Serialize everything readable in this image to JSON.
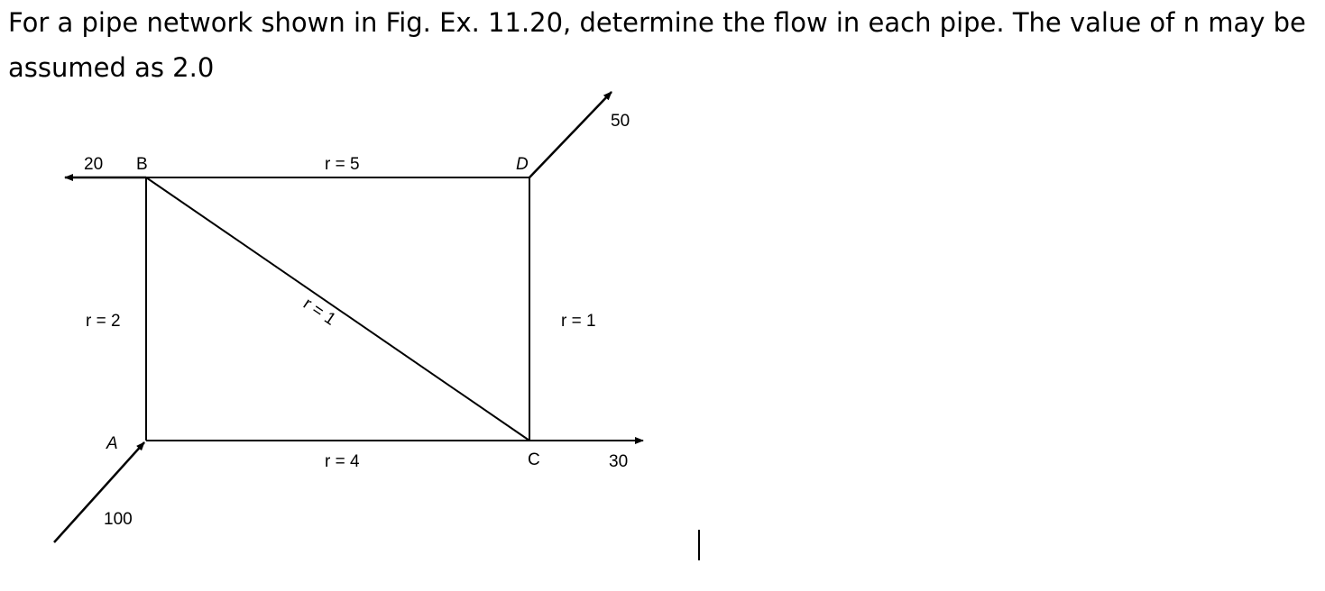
{
  "question": {
    "text": "For a pipe network shown in Fig. Ex. 11.20, determine the flow in each pipe. The value of n may be assumed as 2.0"
  },
  "figure": {
    "nodes": {
      "A": "A",
      "B": "B",
      "C": "C",
      "D": "D"
    },
    "pipes": {
      "AB": "r = 2",
      "BD": "r = 5",
      "BC": "r = 1",
      "DC": "r = 1",
      "AC": "r = 4"
    },
    "flows": {
      "inflow_A": "100",
      "outflow_B": "20",
      "outflow_C": "30",
      "outflow_D": "50"
    }
  }
}
